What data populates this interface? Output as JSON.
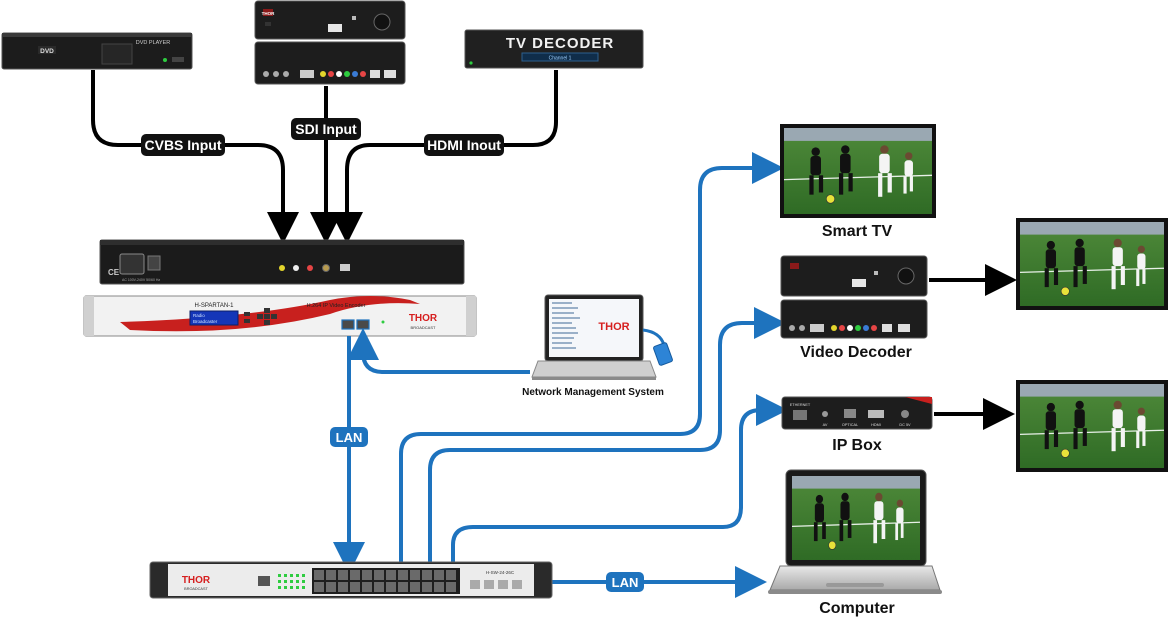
{
  "sources": {
    "dvd": {
      "logo": "DVD",
      "title": "DVD PLAYER"
    },
    "stb_top": {
      "brand": "THOR"
    },
    "tv_decoder": {
      "title": "TV DECODER",
      "channel": "Channel 1"
    }
  },
  "inputs": {
    "cvbs": "CVBS Input",
    "sdi": "SDI Input",
    "hdmi": "HDMI Inout"
  },
  "encoder": {
    "model": "H-SPARTAN-1",
    "product": "H.264 IP Video Encoder",
    "lcd_line1": "Radio",
    "lcd_line2": "Broadcaster",
    "brand": "THOR",
    "brand_sub": "BROADCAST",
    "power_note": "AC 100V-240V 50/60 Hz"
  },
  "nms": {
    "label": "Network Management System",
    "brand": "THOR"
  },
  "lan": {
    "vertical": "LAN",
    "horizontal": "LAN"
  },
  "switch": {
    "model": "H-SW-24-26C",
    "brand": "THOR",
    "brand_sub": "BROADCAST"
  },
  "destinations": {
    "smart_tv": "Smart TV",
    "video_decoder": "Video Decoder",
    "ip_box": "IP Box",
    "computer": "Computer"
  },
  "ip_box_ports": [
    "ETHERNET",
    "AV",
    "OPTICAL",
    "HDMI",
    "DC 5V"
  ],
  "colors": {
    "link_blue": "#1e73be",
    "badge_bg": "#111111",
    "encoder_red": "#c8201e"
  }
}
